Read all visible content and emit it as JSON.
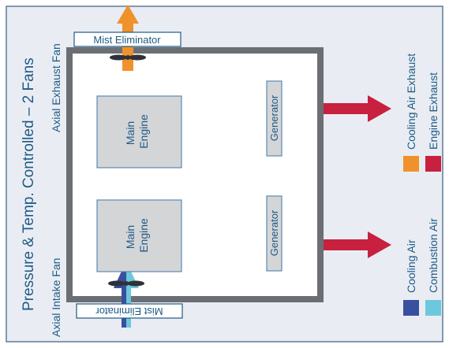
{
  "title": "Pressure & Temp. Controlled – 2 Fans",
  "fans": {
    "intake_label": "Axial Intake Fan",
    "exhaust_label": "Axial Exhaust Fan"
  },
  "mist_eliminators": {
    "top_label": "Mist Eliminator",
    "bottom_label": "Mist Eliminator"
  },
  "equipment": {
    "engine_upper": [
      "Main",
      "Engine"
    ],
    "engine_lower": [
      "Main",
      "Engine"
    ],
    "generator_upper": "Generator",
    "generator_lower": "Generator"
  },
  "legend": {
    "cooling_air_exhaust": {
      "label": "Cooling Air Exhaust",
      "color": "#f0922b"
    },
    "engine_exhaust": {
      "label": "Engine Exhaust",
      "color": "#c8203f"
    },
    "cooling_air": {
      "label": "Cooling Air",
      "color": "#3a4f9e"
    },
    "combustion_air": {
      "label": "Combustion Air",
      "color": "#6cc8dc"
    }
  },
  "colors": {
    "panel_fill": "#e9edf3",
    "panel_border": "#5f7a98",
    "room_wall": "#6b6f74",
    "box_fill": "#d4d5d7",
    "box_border": "#5a8ab4",
    "text": "#1f5a86"
  }
}
